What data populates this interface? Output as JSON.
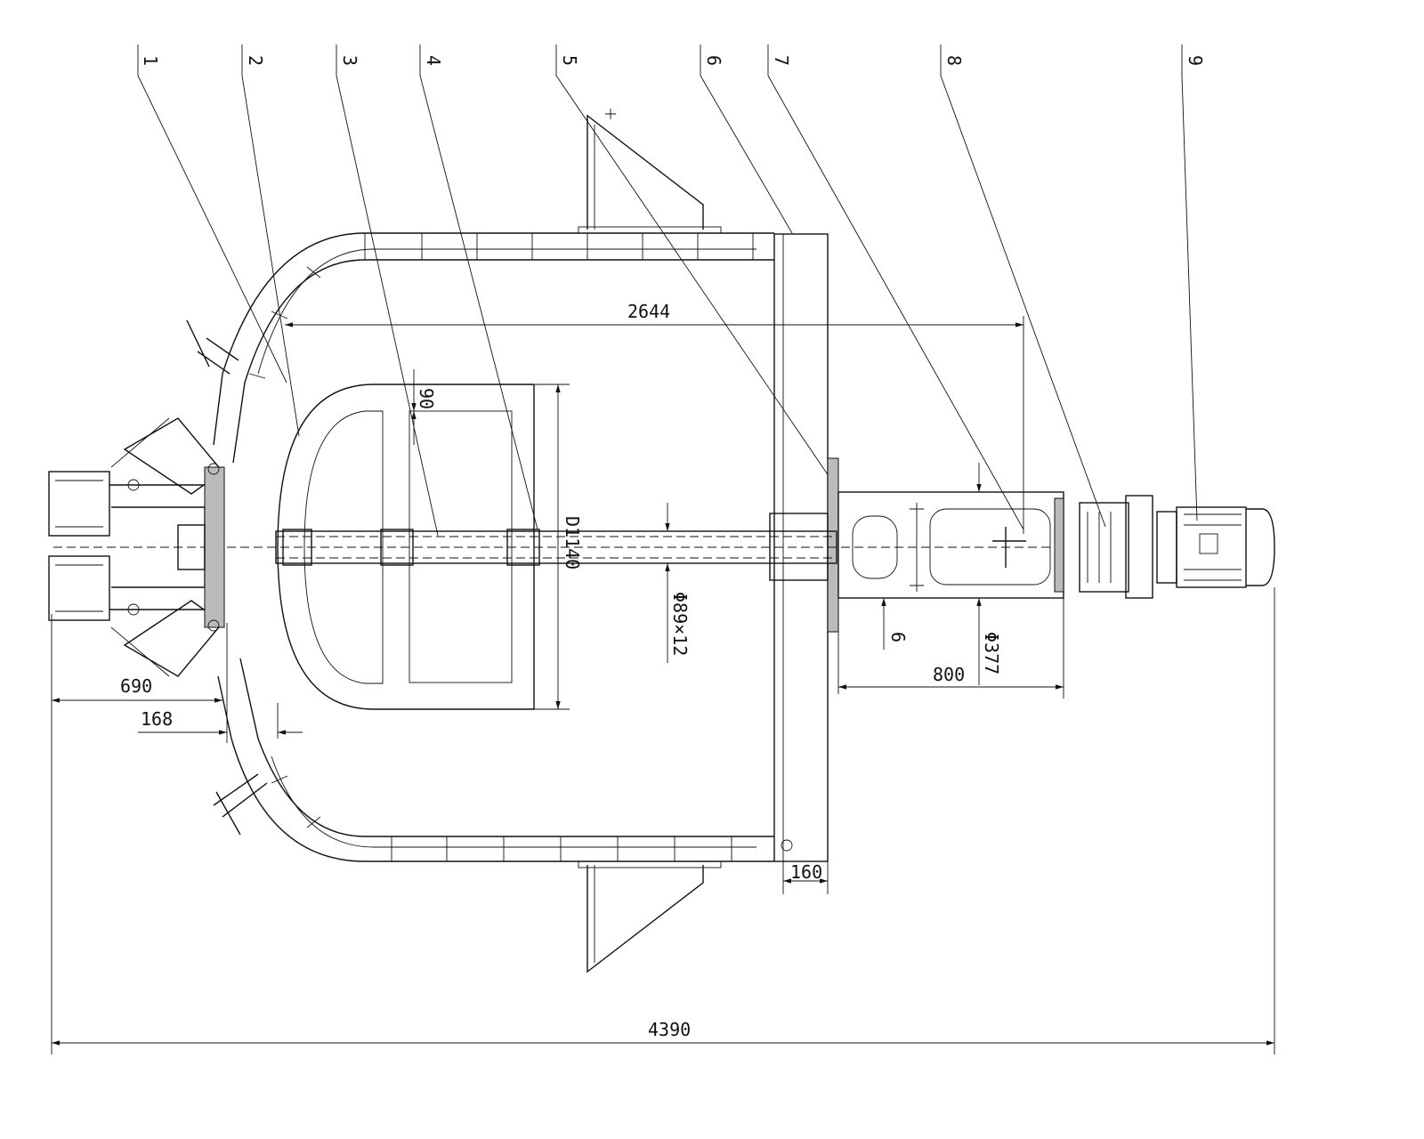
{
  "part_labels": [
    "1",
    "2",
    "3",
    "4",
    "5",
    "6",
    "7",
    "8",
    "9"
  ],
  "dimensions": {
    "vessel_length": "2644",
    "paddle_offset": "90",
    "paddle_diameter": "D1140",
    "shaft": "Φ89×12",
    "housing_gap": "6",
    "housing_diameter": "Φ377",
    "housing_length": "800",
    "valve_length": "690",
    "nozzle_offset": "168",
    "flange_thickness": "160",
    "overall_length": "4390"
  }
}
